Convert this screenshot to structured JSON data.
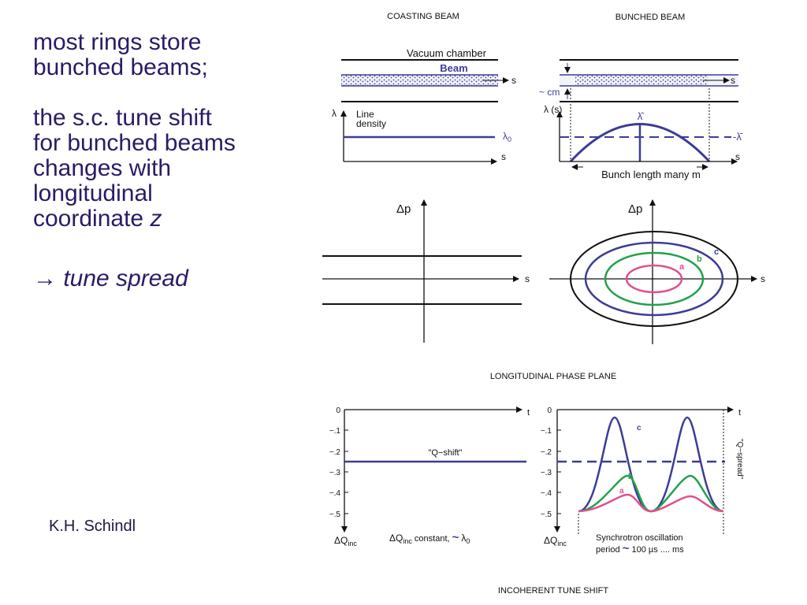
{
  "slide": {
    "line1": "most rings store",
    "line2": "bunched beams;",
    "line3": "the s.c. tune shift",
    "line4": "for bunched beams",
    "line5": "changes with",
    "line6": "longitudinal",
    "line7a": "coordinate ",
    "line7b": "z",
    "arrow": "→",
    "tune_spread": "tune spread",
    "author": "K.H. Schindl"
  },
  "coasting": {
    "title": "COASTING BEAM",
    "vacuum": "Vacuum chamber",
    "beam": "Beam",
    "s": "s",
    "lambda": "λ",
    "line_density_1": "Line",
    "line_density_2": "density",
    "lambda0": "λ",
    "lambda0_sub": "0"
  },
  "bunched": {
    "title": "BUNCHED BEAM",
    "cm": "~ cm",
    "lambda_s": "λ (s)",
    "lambda_hat": "λ̂",
    "lambda_bar": "-λ̄",
    "bunch_length": "Bunch length many m",
    "s": "s"
  },
  "phase": {
    "dp": "Δp",
    "s": "s",
    "a": "a",
    "b": "b",
    "c": "c",
    "title": "LONGITUDINAL PHASE PLANE"
  },
  "tune": {
    "ticks": [
      "0",
      "−.1",
      "−.2",
      "−.3",
      "−.4",
      "−.5"
    ],
    "t": "t",
    "qshift": "\"Q−shift\"",
    "qspread": "\"Q−spread\"",
    "dq": "ΔQ",
    "inc": "inc",
    "dq_const_a": "ΔQ",
    "dq_const_b": "inc",
    "dq_const_c": " constant, ",
    "tilde": "~",
    "lam0": "λ",
    "lam0_sub": "0",
    "sync1": "Synchrotron oscillation",
    "sync2a": "period ",
    "sync2b": "~",
    "sync2c": " 100  µs .... ms",
    "a": "a",
    "b": "b",
    "c": "c",
    "title": "INCOHERENT TUNE SHIFT"
  },
  "colors": {
    "text": "#2b1a66",
    "beam_blue": "#3c3c96",
    "green": "#22a24a",
    "pink": "#e0508c"
  }
}
